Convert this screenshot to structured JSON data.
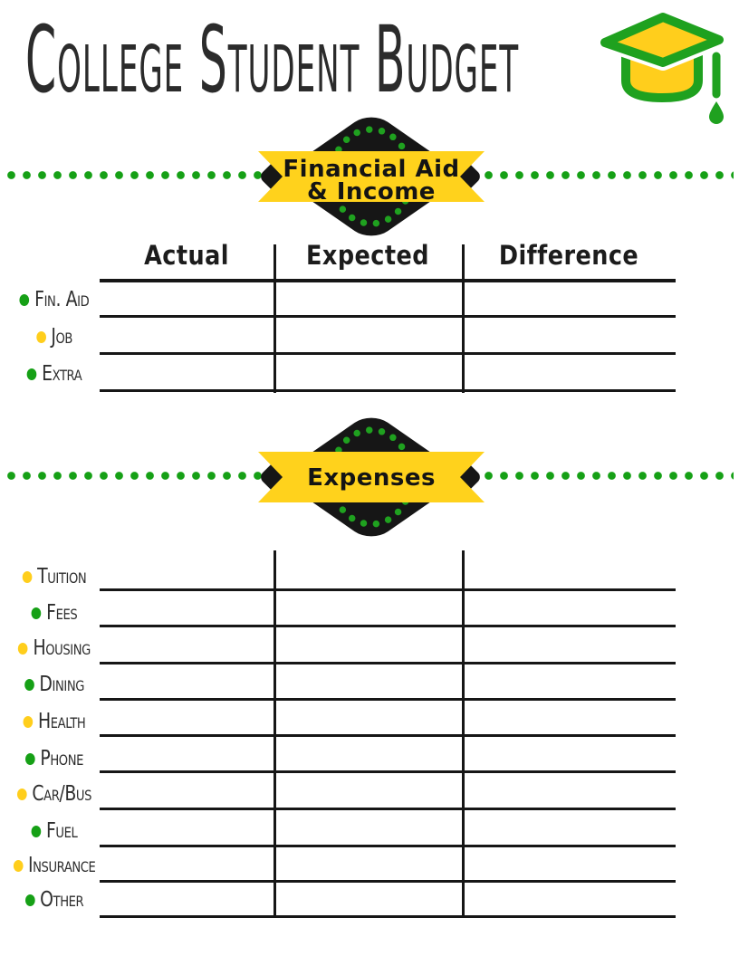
{
  "document": {
    "title": "College Student Budget",
    "accent_green": "#16A016",
    "accent_yellow": "#FFD21C",
    "banner_black": "#161616"
  },
  "income_section": {
    "banner_line1": "Financial Aid",
    "banner_line2": "& Income",
    "columns": [
      "Actual",
      "Expected",
      "Difference"
    ],
    "rows": [
      {
        "label": "Fin. Aid",
        "bullet": "green"
      },
      {
        "label": "Job",
        "bullet": "yellow"
      },
      {
        "label": "Extra",
        "bullet": "green"
      }
    ]
  },
  "expenses_section": {
    "banner_line1": "Expenses",
    "rows": [
      {
        "label": "Tuition",
        "bullet": "yellow"
      },
      {
        "label": "Fees",
        "bullet": "green"
      },
      {
        "label": "Housing",
        "bullet": "yellow"
      },
      {
        "label": "Dining",
        "bullet": "green"
      },
      {
        "label": "Health",
        "bullet": "yellow"
      },
      {
        "label": "Phone",
        "bullet": "green"
      },
      {
        "label": "Car/Bus",
        "bullet": "yellow"
      },
      {
        "label": "Fuel",
        "bullet": "green"
      },
      {
        "label": "Insurance",
        "bullet": "yellow"
      },
      {
        "label": "Other",
        "bullet": "green"
      }
    ]
  }
}
